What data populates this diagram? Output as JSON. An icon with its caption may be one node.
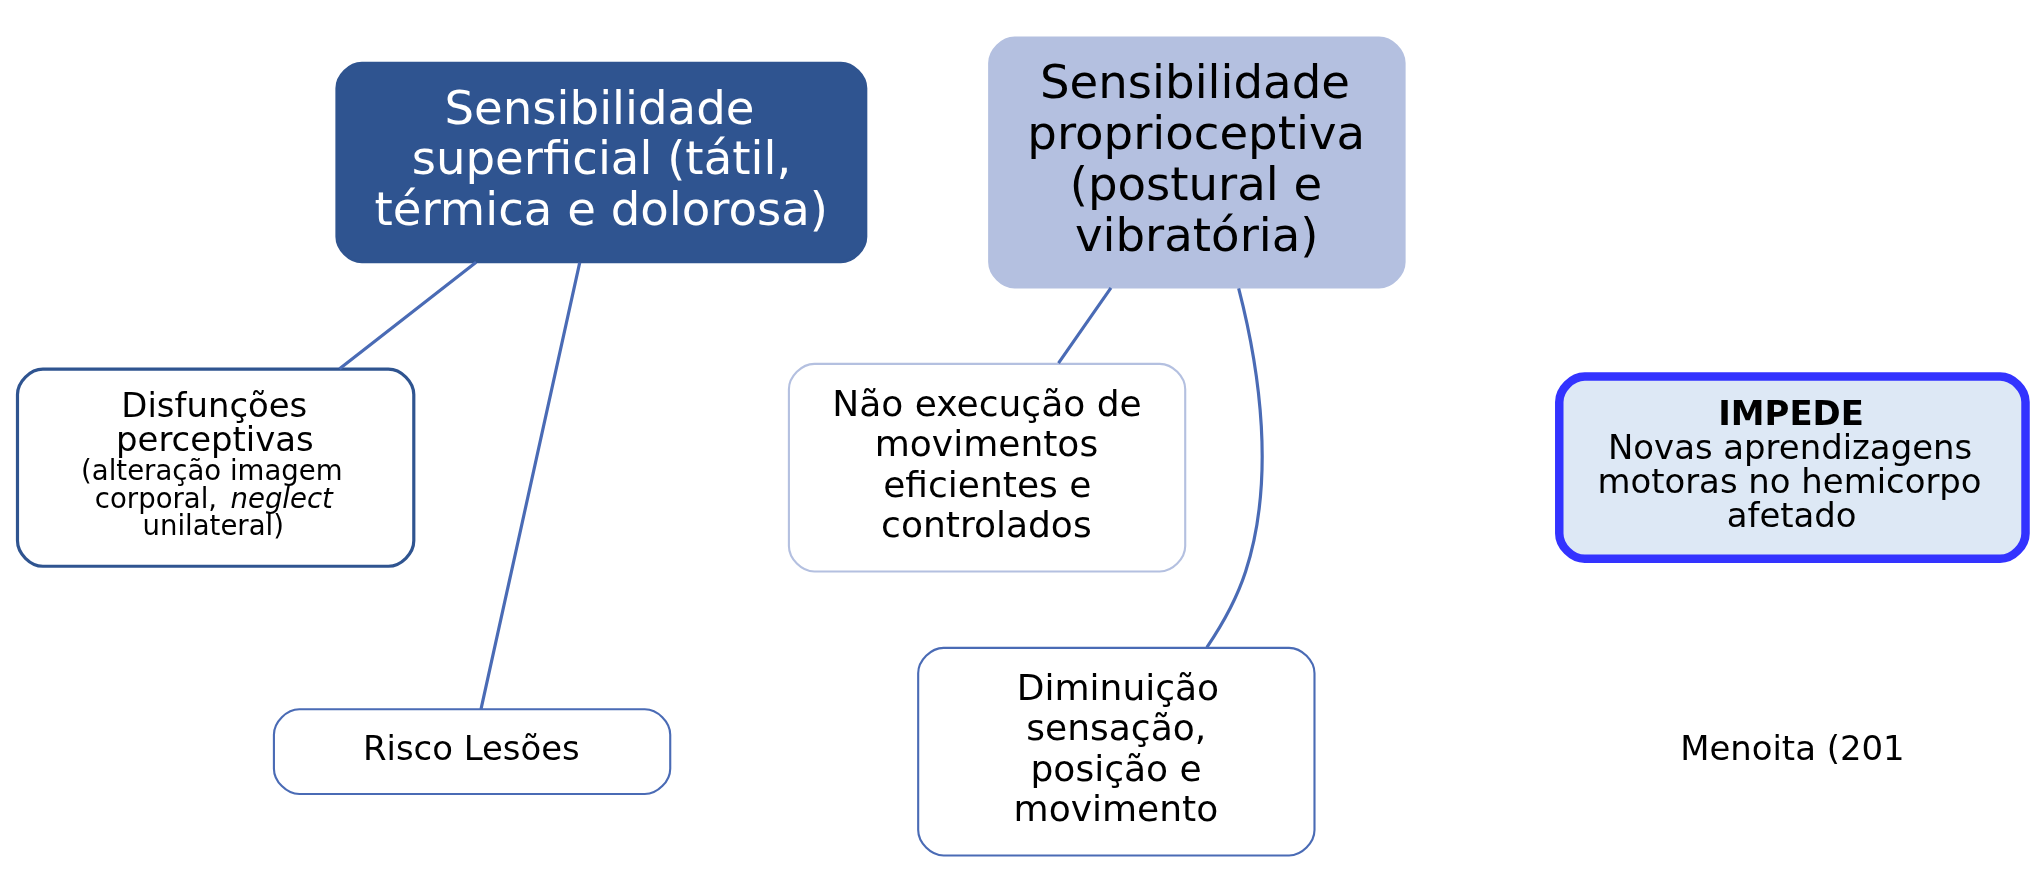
{
  "diagram": {
    "nodes": [
      {
        "text": [
          "Sensibilidade superficial (tátil, térmica e dolorosa)"
        ]
      },
      {
        "text": [
          "Disfunções perceptivas",
          "(alteração imagem corporal, *neglect* unilateral)"
        ]
      },
      {
        "text": [
          "Risco Lesões"
        ]
      },
      {
        "text": [
          "Sensibilidade proprioceptiva (postural e vibratória)"
        ]
      },
      {
        "text": [
          "Não execução de movimentos eficientes e controlados"
        ]
      },
      {
        "text": [
          "Diminuição sensação, posição e movimento"
        ]
      },
      {
        "text": [
          "IMPEDE",
          "Novas aprendizagens motoras no hemicorpo afetado"
        ]
      }
    ],
    "edges": [
      {
        "from": 0,
        "to": 1,
        "arrow": "none"
      },
      {
        "from": 0,
        "to": 2,
        "arrow": "none"
      },
      {
        "from": 3,
        "to": 4,
        "arrow": "none"
      },
      {
        "from": 3,
        "to": 5,
        "arrow": "none"
      }
    ],
    "labels": [
      "Menoita (201"
    ]
  }
}
